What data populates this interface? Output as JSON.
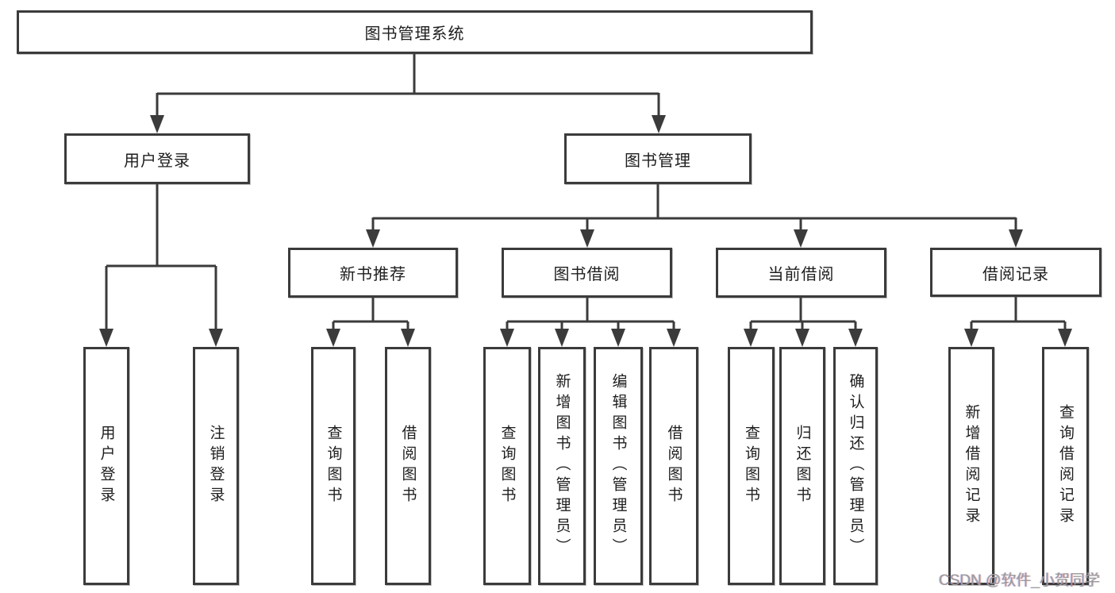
{
  "nodes": {
    "root": "图书管理系统",
    "level2": [
      "用户登录",
      "图书管理"
    ],
    "level3": [
      "新书推荐",
      "图书借阅",
      "当前借阅",
      "借阅记录"
    ],
    "leaves": {
      "login": [
        "用户登录",
        "注销登录"
      ],
      "recommend": [
        "查询图书",
        "借阅图书"
      ],
      "borrow": [
        "查询图书",
        "新增图书（管理员）",
        "编辑图书（管理员）",
        "借阅图书"
      ],
      "current": [
        "查询图书",
        "归还图书",
        "确认归还（管理员）"
      ],
      "records": [
        "新增借阅记录",
        "查询借阅记录"
      ]
    }
  },
  "watermark": {
    "text": "CSDN @软件_小贺同学"
  },
  "colors": {
    "line": "#3b3b3b",
    "box_border": "#3b3b3b",
    "text": "#1e1e1e",
    "watermark_text": "#9b9b9b",
    "background": "#ffffff"
  }
}
